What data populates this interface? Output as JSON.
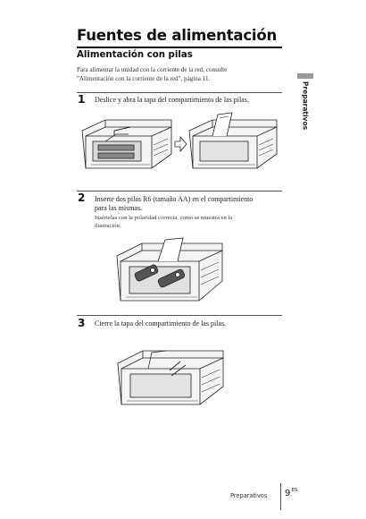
{
  "header": {
    "title": "Fuentes de alimentación",
    "subtitle": "Alimentación con pilas",
    "intro_lines": [
      "Para alimentar la unidad con la corriente de la red, consulte",
      "\"Alimentación con la corriente de la red\", página 11."
    ]
  },
  "side_tab": {
    "label": "Preparativos",
    "color": "#9a9a9a"
  },
  "steps": [
    {
      "number": "1",
      "text_lines": [
        "Deslice y abra la tapa del compartimiento de las pilas."
      ],
      "sub_lines": []
    },
    {
      "number": "2",
      "text_lines": [
        "Inserte dos pilas R6 (tamaño AA) en el compartimiento",
        "para las mismas."
      ],
      "sub_lines": [
        "Insértelas con la polaridad correcta, como se muestra en la",
        "ilustración."
      ]
    },
    {
      "number": "3",
      "text_lines": [
        "Cierre la tapa del compartimiento de las pilas."
      ],
      "sub_lines": []
    }
  ],
  "footer": {
    "section": "Preparativos",
    "page": "9",
    "page_suffix": "ES"
  }
}
